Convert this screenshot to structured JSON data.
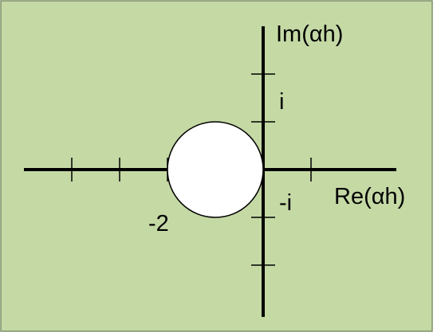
{
  "figure": {
    "background_color": "#c5d9a5",
    "border_color": "#7f8f6a",
    "axis_color": "#000000",
    "region_fill": "#ffffff",
    "region_shape": "disk",
    "region_center": "-1",
    "region_radius": 1
  },
  "axes": {
    "real_label": "Re(αh)",
    "imag_label": "Im(αh)"
  },
  "labels": {
    "neg_two": "-2",
    "i": "i",
    "neg_i": "-i"
  },
  "ticks": {
    "real": [
      -4,
      -3,
      -2,
      1
    ],
    "imag": [
      -2,
      -1,
      1,
      2
    ]
  }
}
